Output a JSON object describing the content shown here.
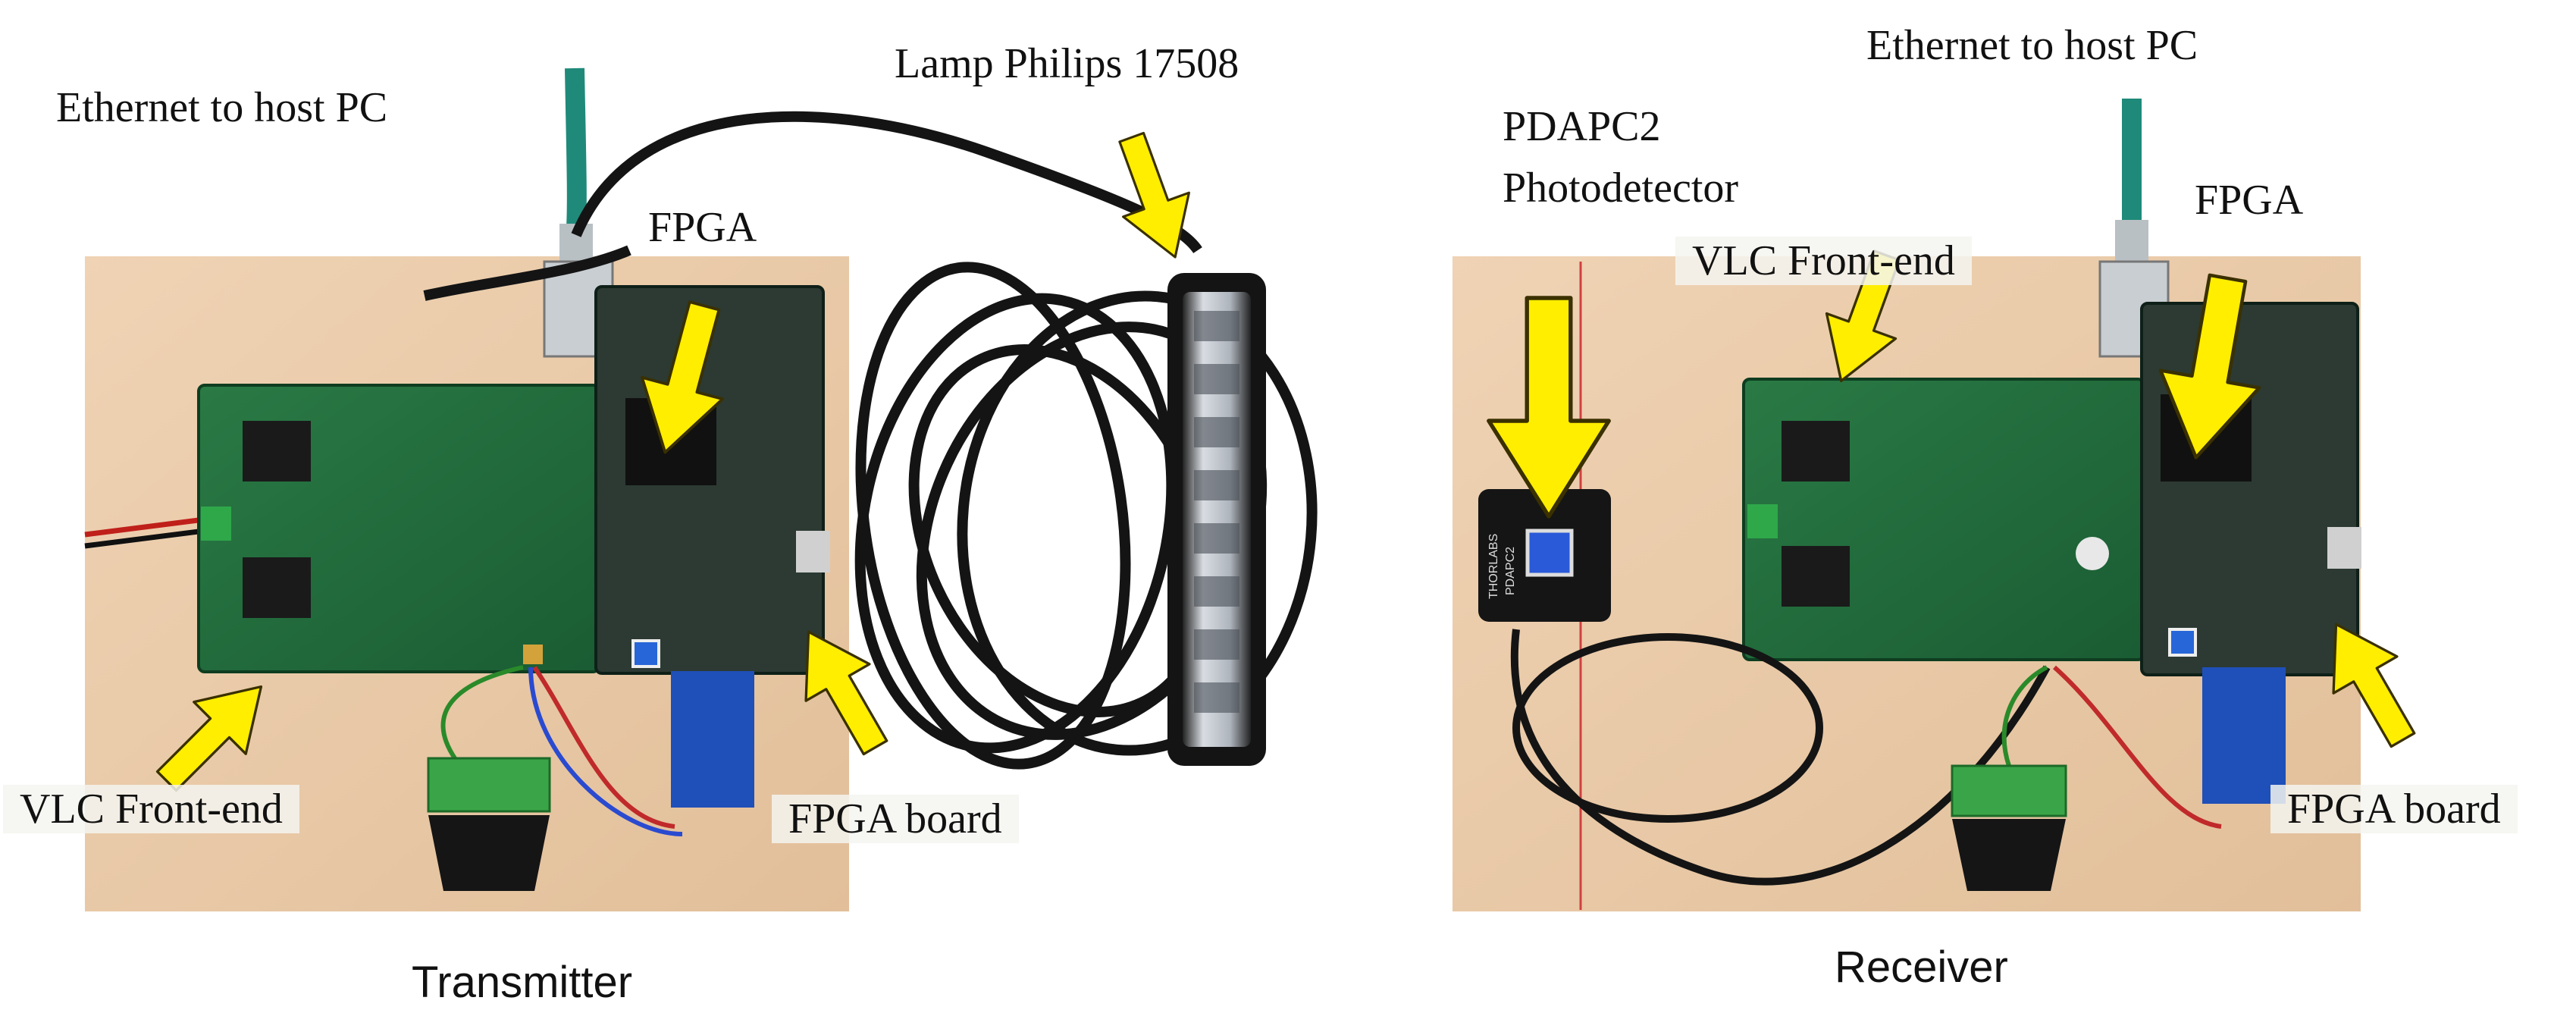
{
  "labels": {
    "tx_ethernet": "Ethernet to host PC",
    "tx_fpga": "FPGA",
    "tx_vlc": "VLC Front-end",
    "tx_fpga_board": "FPGA board",
    "lamp": "Lamp Philips 17508",
    "rx_ethernet": "Ethernet to host PC",
    "rx_photodetector_line1": "PDAPC2",
    "rx_photodetector_line2": "Photodetector",
    "rx_vlc": "VLC Front-end",
    "rx_fpga": "FPGA",
    "rx_fpga_board": "FPGA board"
  },
  "captions": {
    "transmitter": "Transmitter",
    "receiver": "Receiver"
  },
  "photo_text": {
    "photodetector_brand": "THORLABS",
    "photodetector_model": "PDAPC2"
  },
  "colors": {
    "arrow": "#ffee00",
    "arrow_outline": "#3a3000",
    "wood": "#e8c9a8",
    "pcb": "#1f6b3a",
    "ethernet_cable": "#1f8a7a",
    "cable": "#141414"
  },
  "icons": [
    "yellow-arrow"
  ]
}
